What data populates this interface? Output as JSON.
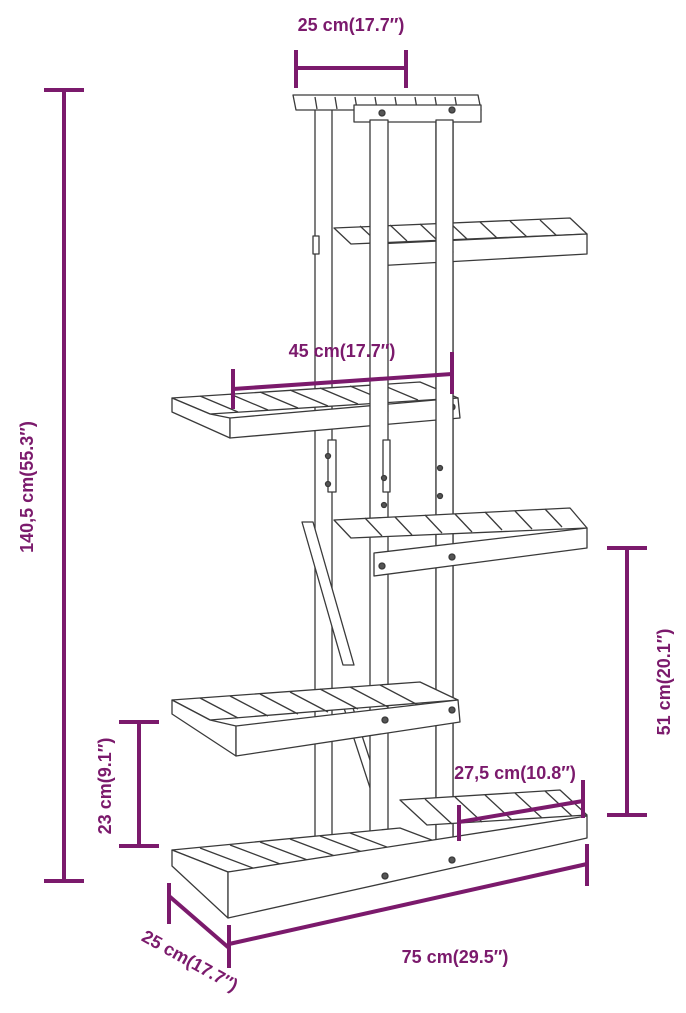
{
  "colors": {
    "dimension": "#7b1a6c",
    "outline": "#3a3a3a",
    "fill": "#ffffff",
    "screw": "#555555"
  },
  "labels": {
    "top_width": "25 cm(17.7″)",
    "shelf_width": "45 cm(17.7″)",
    "total_height": "140,5 cm(55.3″)",
    "upper_height": "51 cm(20.1″)",
    "lower_gap": "23 cm(9.1″)",
    "shelf_depth": "27,5 cm(10.8″)",
    "base_depth": "25 cm(17.7″)",
    "total_width": "75 cm(29.5″)"
  }
}
